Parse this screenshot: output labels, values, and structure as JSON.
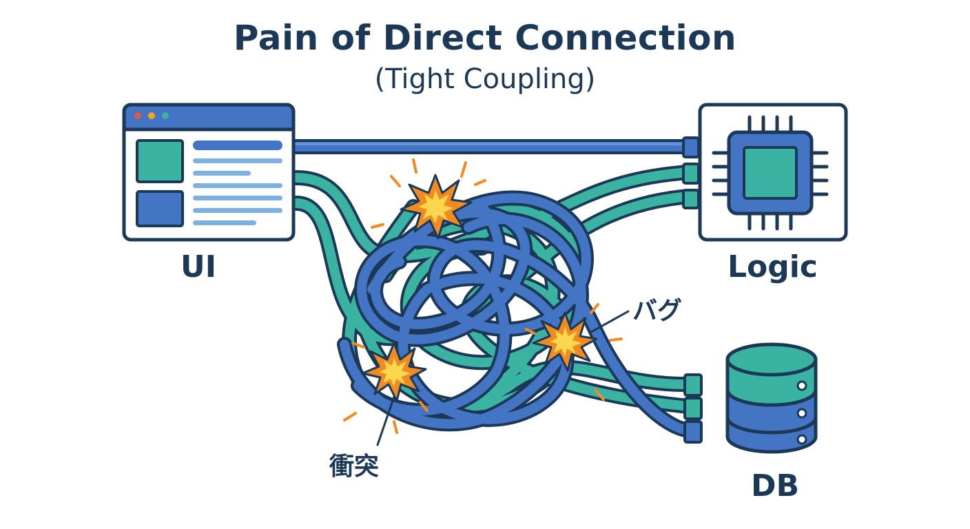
{
  "title": "Pain of Direct Connection",
  "subtitle": "(Tight Coupling)",
  "components": {
    "ui": "UI",
    "logic": "Logic",
    "db": "DB"
  },
  "annotations": {
    "bug": "バグ",
    "conflict": "衝突"
  },
  "colors": {
    "navy": "#1c3857",
    "blue": "#4474c4",
    "teal": "#3bb3a2",
    "light_blue": "#7fb0e0",
    "orange": "#f28a22",
    "yellow": "#fcd64c",
    "dot_red": "#e2573f",
    "dot_yellow": "#f2a622",
    "dot_green": "#3bb3a2"
  },
  "icons": [
    "browser-window-icon",
    "cpu-chip-icon",
    "database-cylinder-icon",
    "explosion-icon"
  ]
}
